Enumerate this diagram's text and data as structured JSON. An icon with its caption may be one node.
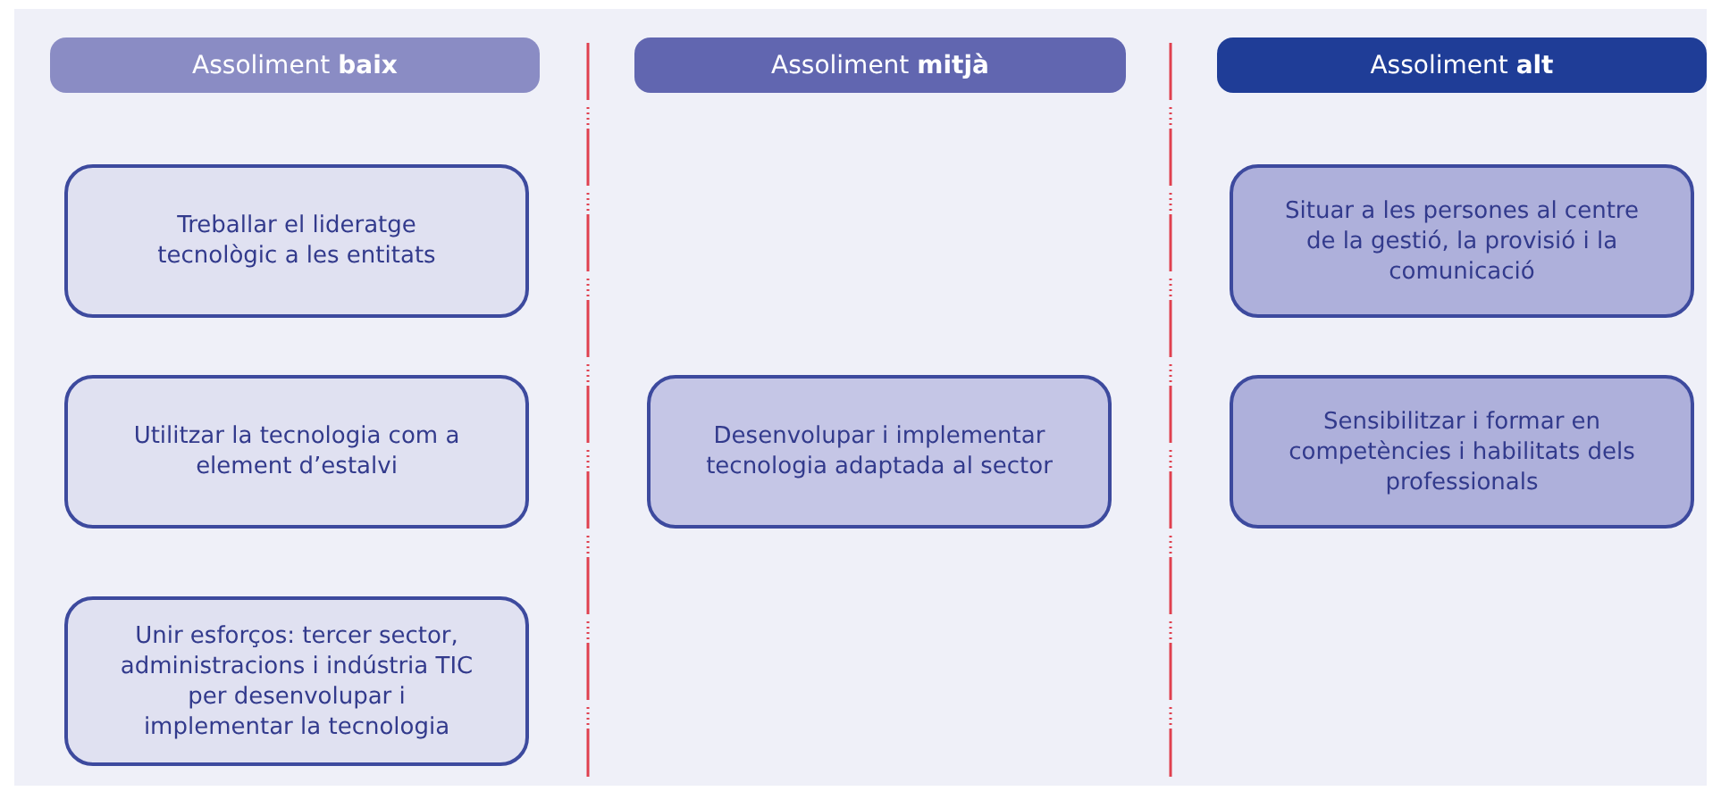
{
  "diagram": {
    "nodes": [
      {
        "text": [
          "Assoliment **baix**"
        ]
      },
      {
        "text": [
          "Assoliment **mitjà**"
        ]
      },
      {
        "text": [
          "Assoliment **alt**"
        ]
      },
      {
        "text": [
          "Treballar el lideratge tecnològic a les entitats"
        ]
      },
      {
        "text": [
          "Utilitzar la tecnologia com a element d’estalvi"
        ]
      },
      {
        "text": [
          "Unir esforços: tercer sector, administracions i indústria TIC per desenvolupar i implementar la tecnologia"
        ]
      },
      {
        "text": [
          "Desenvolupar i implementar tecnologia adaptada al sector"
        ]
      },
      {
        "text": [
          "Situar a les persones al centre de la gestió, la provisió i la comunicació"
        ]
      },
      {
        "text": [
          "Sensibilitzar i formar en competències i habilitats dels professionals"
        ]
      }
    ]
  }
}
